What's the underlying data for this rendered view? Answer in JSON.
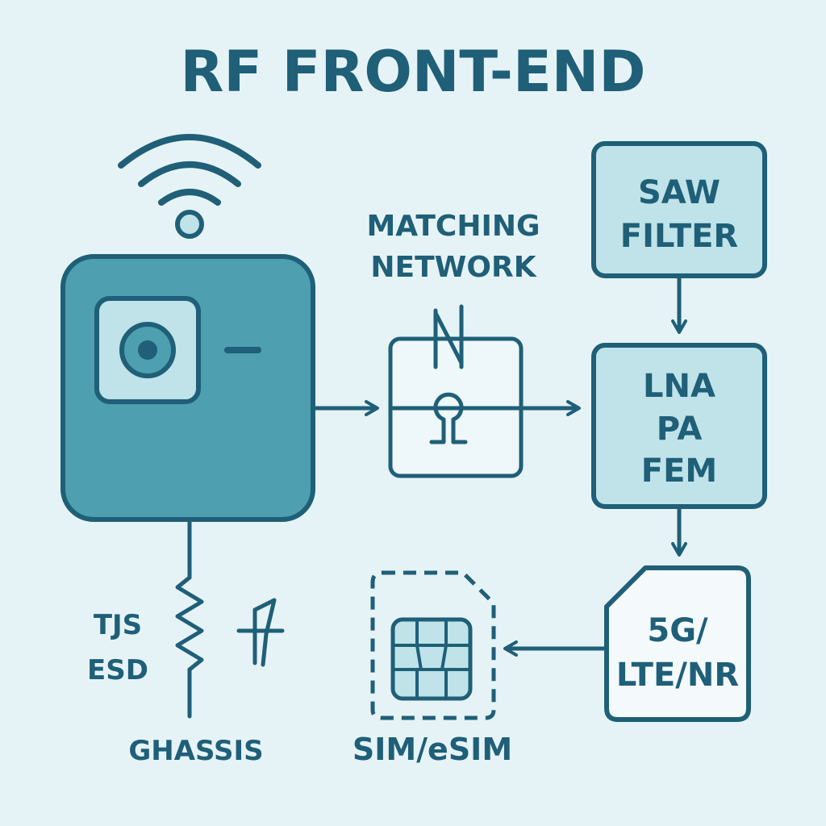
{
  "title": "RF FRONT-END",
  "colors": {
    "background": "#e6f3f6",
    "stroke": "#1f5f78",
    "device_fill": "#4e9fb0",
    "light_fill": "#bfe3e8",
    "white_fill": "#f4fafb"
  },
  "labels": {
    "matching_network": [
      "MATCHING",
      "NETWORK"
    ],
    "saw_filter": [
      "SAW",
      "FILTER"
    ],
    "lna_pa_fem": [
      "LNA",
      "PA",
      "FEM"
    ],
    "cellular": [
      "5G/",
      "LTE/NR"
    ],
    "sim": "SIM/eSIM",
    "tvs": "TJS",
    "esd": "ESD",
    "chassis": "GHASSIS"
  },
  "icons": {
    "wifi": "wifi-icon",
    "camera": "camera-lens-icon",
    "sim_chip": "sim-chip-icon",
    "resistor": "resistor-icon",
    "tvs_diode": "tvs-diode-icon",
    "capacitor": "capacitor-icon",
    "inductor": "inductor-icon"
  }
}
